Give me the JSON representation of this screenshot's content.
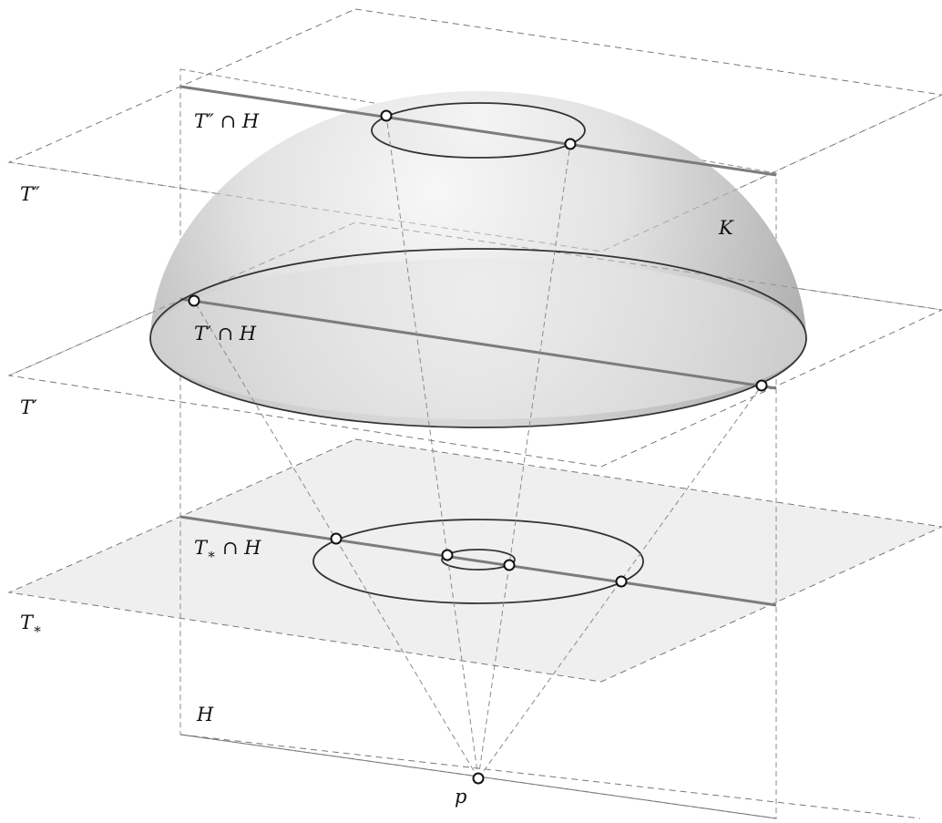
{
  "labels": {
    "t_double_prime_cap_h": {
      "main": "T″",
      "op": " ∩ ",
      "h": "H"
    },
    "t_double_prime": {
      "main": "T″"
    },
    "k": {
      "main": "K"
    },
    "t_prime_cap_h": {
      "main": "T′",
      "op": " ∩ ",
      "h": "H"
    },
    "t_prime": {
      "main": "T′"
    },
    "t_star_cap_h": {
      "main": "T",
      "sub": "∗",
      "op": " ∩ ",
      "h": "H"
    },
    "t_star": {
      "main": "T",
      "sub": "∗"
    },
    "h": {
      "main": "H"
    },
    "p": {
      "main": "p"
    }
  }
}
